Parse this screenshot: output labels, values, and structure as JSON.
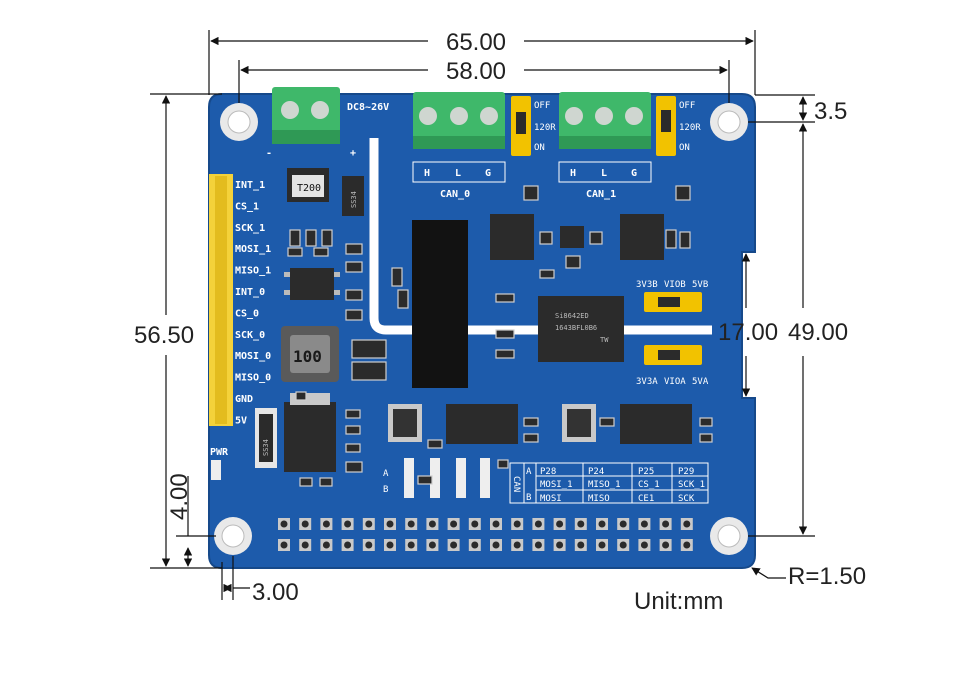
{
  "dimensions": {
    "width_total": "65.00",
    "width_holes": "58.00",
    "height_total": "56.50",
    "height_holes": "49.00",
    "notch": "17.00",
    "top_offset": "3.5",
    "bottom_offset": "4.00",
    "side_offset": "3.00",
    "radius": "R=1.50",
    "unit": "Unit:mm"
  },
  "board": {
    "power_label": "DC8~26V",
    "minus": "-",
    "plus": "+",
    "can0_label": "CAN_0",
    "can1_label": "CAN_1",
    "hlg": [
      "H",
      "L",
      "G"
    ],
    "switch_off": "OFF",
    "switch_120r": "120R",
    "switch_on": "ON",
    "left_header_pins": [
      "INT_1",
      "CS_1",
      "SCK_1",
      "MOSI_1",
      "MISO_1",
      "INT_0",
      "CS_0",
      "SCK_0",
      "MOSI_0",
      "MISO_0",
      "GND",
      "5V"
    ],
    "pwr_label": "PWR",
    "jumper_b_labels": [
      "3V3B",
      "VIOB",
      "5VB"
    ],
    "jumper_a_labels": [
      "3V3A",
      "VIOA",
      "5VA"
    ],
    "chip_isolator": [
      "Si8642ED",
      "1643BFL0B6",
      "TW"
    ],
    "inductor": "100",
    "t200": "T200",
    "ss34": "SS34",
    "ab_labels": [
      "A",
      "B"
    ],
    "pin_table": {
      "headers": [
        "P28",
        "P24",
        "P25",
        "P29"
      ],
      "row_a": [
        "MOSI_1",
        "MISO_1",
        "CS_1",
        "SCK_1"
      ],
      "row_b": [
        "MOSI",
        "MISO",
        "CE1",
        "SCK"
      ],
      "side_a": "A",
      "side_b": "B",
      "can_label": "CAN"
    }
  },
  "colors": {
    "pcb": "#1d5bab",
    "terminal": "#3fb86a",
    "jumper": "#f2c200",
    "header": "#f4d23a",
    "chip": "#2b2b2b"
  }
}
